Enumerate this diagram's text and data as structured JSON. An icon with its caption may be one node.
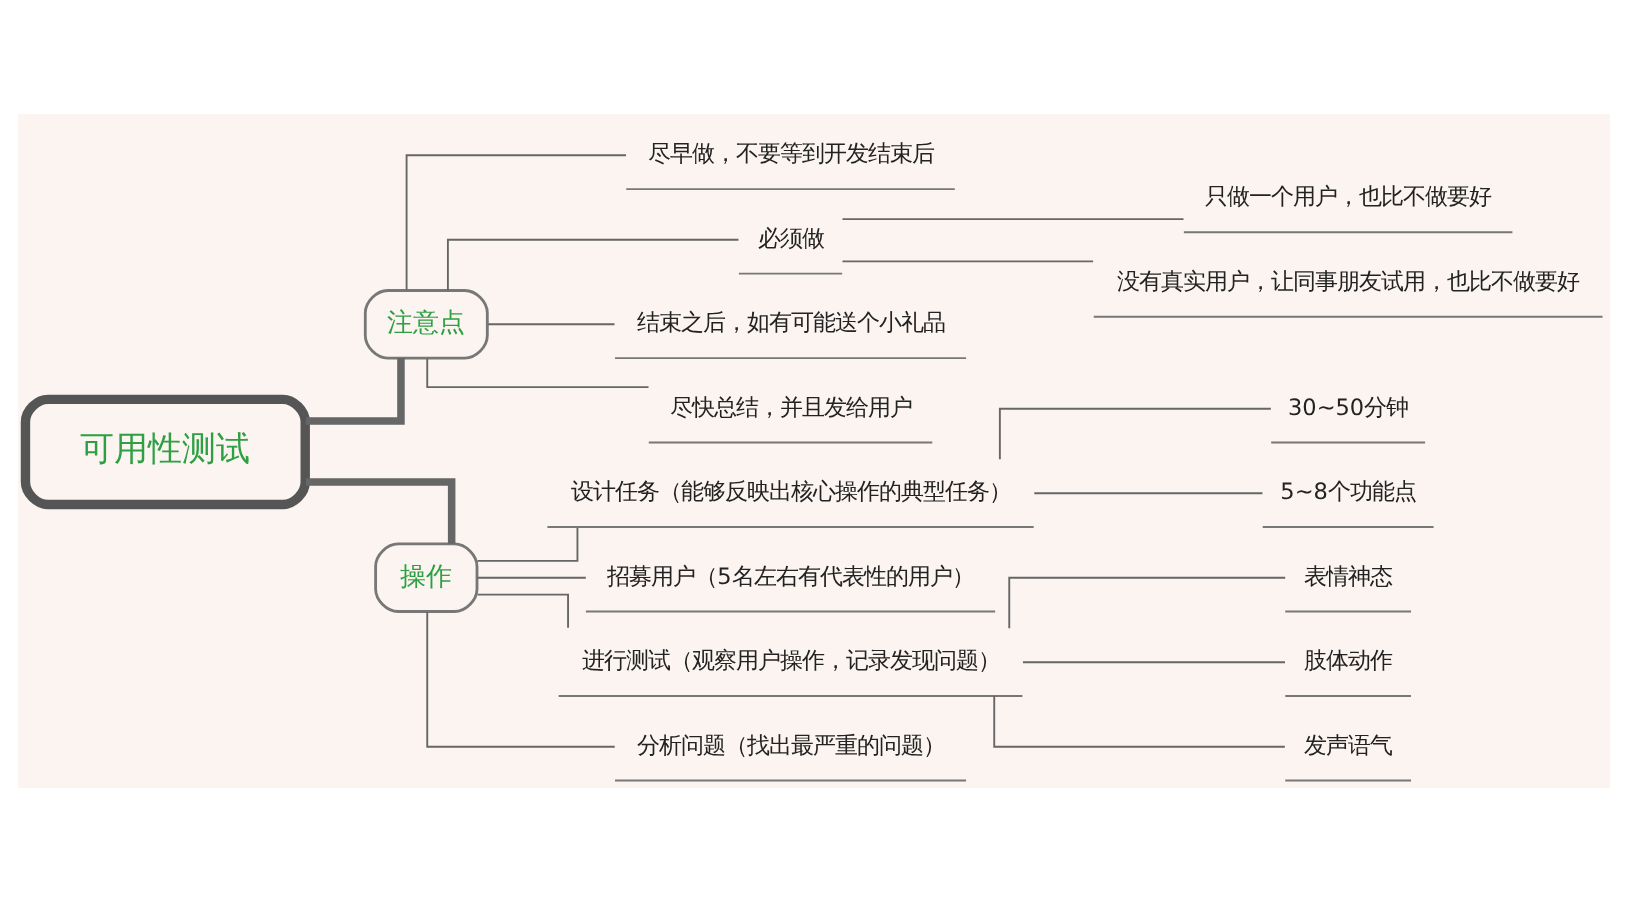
{
  "diagram": {
    "nodes": [
      {
        "text": [
          "可用性测试"
        ]
      },
      {
        "text": [
          "注意点"
        ]
      },
      {
        "text": [
          "尽早做，不要等到开发结束后"
        ]
      },
      {
        "text": [
          "必须做"
        ]
      },
      {
        "text": [
          "只做一个用户，也比不做要好"
        ]
      },
      {
        "text": [
          "没有真实用户，让同事朋友试用，也比不做要好"
        ]
      },
      {
        "text": [
          "结束之后，如有可能送个小礼品"
        ]
      },
      {
        "text": [
          "尽快总结，并且发给用户"
        ]
      },
      {
        "text": [
          "操作"
        ]
      },
      {
        "text": [
          "设计任务（能够反映出核心操作的典型任务）"
        ]
      },
      {
        "text": [
          "30~50分钟"
        ]
      },
      {
        "text": [
          "5~8个功能点"
        ]
      },
      {
        "text": [
          "招募用户（5名左右有代表性的用户）"
        ]
      },
      {
        "text": [
          "进行测试（观察用户操作，记录发现问题）"
        ]
      },
      {
        "text": [
          "表情神态"
        ]
      },
      {
        "text": [
          "肢体动作"
        ]
      },
      {
        "text": [
          "发声语气"
        ]
      },
      {
        "text": [
          "分析问题（找出最严重的问题）"
        ]
      }
    ],
    "edges": [
      {
        "from": 0,
        "to": 1,
        "arrow": "none",
        "style": "thick"
      },
      {
        "from": 1,
        "to": 2,
        "arrow": "none"
      },
      {
        "from": 1,
        "to": 3,
        "arrow": "none"
      },
      {
        "from": 3,
        "to": 4,
        "arrow": "none"
      },
      {
        "from": 3,
        "to": 5,
        "arrow": "none"
      },
      {
        "from": 1,
        "to": 6,
        "arrow": "none"
      },
      {
        "from": 1,
        "to": 7,
        "arrow": "none"
      },
      {
        "from": 0,
        "to": 8,
        "arrow": "none",
        "style": "thick"
      },
      {
        "from": 8,
        "to": 9,
        "arrow": "none"
      },
      {
        "from": 9,
        "to": 10,
        "arrow": "none"
      },
      {
        "from": 9,
        "to": 11,
        "arrow": "none"
      },
      {
        "from": 8,
        "to": 12,
        "arrow": "none"
      },
      {
        "from": 8,
        "to": 13,
        "arrow": "none"
      },
      {
        "from": 13,
        "to": 14,
        "arrow": "none"
      },
      {
        "from": 13,
        "to": 15,
        "arrow": "none"
      },
      {
        "from": 13,
        "to": 16,
        "arrow": "none"
      },
      {
        "from": 8,
        "to": 17,
        "arrow": "none"
      }
    ]
  }
}
